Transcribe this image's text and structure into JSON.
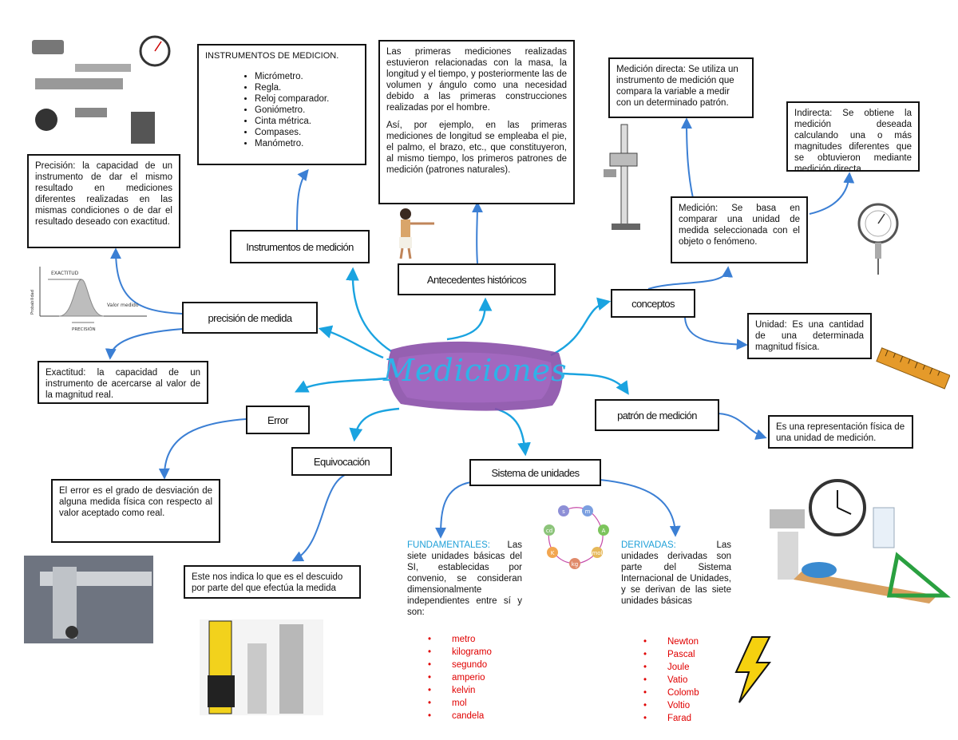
{
  "center": {
    "title": "Mediciones"
  },
  "nodes": {
    "instrumentos": "Instrumentos de medición",
    "antecedentes": "Antecedentes históricos",
    "conceptos": "conceptos",
    "precision": "precisión de medida",
    "patron": "patrón de medición",
    "error": "Error",
    "equivocacion": "Equivocación",
    "sistema": "Sistema de unidades"
  },
  "instrumentos_box": {
    "title": "INSTRUMENTOS DE MEDICION.",
    "items": [
      "Micrómetro.",
      "Regla.",
      "Reloj comparador.",
      "Goniómetro.",
      "Cinta métrica.",
      "Compases.",
      "Manómetro."
    ]
  },
  "antecedentes_box": {
    "p1": "Las primeras mediciones realizadas estuvieron relacionadas con la masa, la longitud y el tiempo, y posteriormente las de volumen y ángulo como una necesidad debido a las primeras construcciones realizadas por el hombre.",
    "p2": "Así, por ejemplo, en las primeras mediciones de longitud se empleaba el pie, el palmo, el brazo, etc., que constituyeron, al mismo tiempo, los primeros patrones de medición (patrones naturales)."
  },
  "precision_box": "Precisión: la capacidad de un instrumento de dar el mismo resultado en mediciones diferentes realizadas en las mismas condiciones o de dar el resultado deseado con exactitud.",
  "exactitud_box": "Exactitud: la capacidad de un instrumento de acercarse al valor de la magnitud real.",
  "error_box": "El error es el grado de desviación de alguna medida física con respecto al valor aceptado como real.",
  "equivocacion_box": "Este nos indica lo que es el descuido por parte del que efectúa la medida",
  "directa_box": "Medición directa: Se utiliza un instrumento de medición que compara la variable a medir con un determinado patrón.",
  "indirecta_box": "Indirecta: Se obtiene la medición deseada calculando una o más magnitudes diferentes que se obtuvieron mediante medición directa.",
  "medicion_box": "Medición: Se basa en comparar una unidad de medida seleccionada con el objeto o fenómeno.",
  "unidad_box": "Unidad: Es una cantidad de una determinada magnitud física.",
  "patron_box": "Es una representación física de una unidad de medición.",
  "fundamentales": {
    "label": "FUNDAMENTALES:",
    "text": " Las siete unidades básicas del SI, establecidas por convenio, se consideran dimensionalmente independientes entre sí y son:",
    "items": [
      "metro",
      "kilogramo",
      "segundo",
      "amperio",
      "kelvin",
      "mol",
      "candela"
    ]
  },
  "derivadas": {
    "label": "DERIVADAS:",
    "text": " Las unidades derivadas son parte del Sistema Internacional de Unidades, y se derivan de las siete unidades básicas",
    "items": [
      "Newton",
      "Pascal",
      "Joule",
      "Vatio",
      "Colomb",
      "Voltio",
      "Farad"
    ]
  },
  "graph": {
    "exactitud": "EXACTITUD",
    "probabilidad": "Probabilidad",
    "valor": "Valor medido",
    "precision": "PRECISIÓN"
  },
  "si_circles": [
    "s",
    "m",
    "cd",
    "A",
    "K",
    "mol",
    "kg"
  ],
  "colors": {
    "arrow": "#3b7fd4",
    "arrow_light": "#1aa3e0",
    "blob": "#8a4fa8",
    "title": "#2fb2e8",
    "red": "#e00000"
  }
}
